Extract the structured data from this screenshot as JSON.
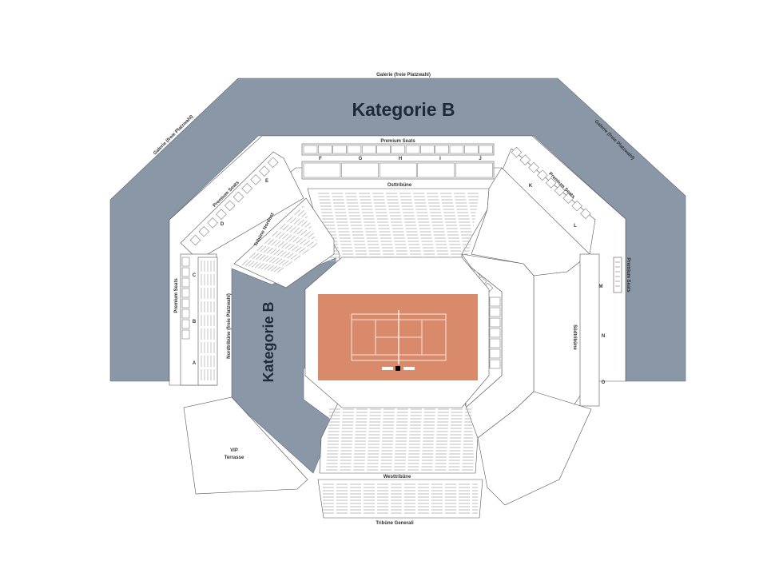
{
  "map": {
    "colors": {
      "category_b": "#8a97a6",
      "court_clay": "#d98a6b",
      "court_lines": "#ffffff",
      "section_fill": "#ffffff",
      "section_stroke": "#555555"
    },
    "labels": {
      "gallery_top": "Galerie (freie Platzwahl)",
      "gallery_left": "Galerie (freie Platzwahl)",
      "gallery_right": "Galerie (freie Platzwahl)",
      "category_top": "Kategorie B",
      "category_left": "Kategorie B",
      "premium_top": "Premium Seats",
      "premium_left_top": "Premium Seats",
      "premium_left": "Premium Seats",
      "premium_right_top": "Premium Seats",
      "premium_right": "Premium Seats",
      "osttribuene": "Osttribüne",
      "westtribuene": "Westtribüne",
      "suedtribuene": "Südtribüne",
      "nordtribuene": "Nordtribüne (freie Platzwahl)",
      "tribuene_nordost": "Tribüne Nordost",
      "tribuene_generali": "Tribüne Generali",
      "vip_line1": "VIP",
      "vip_line2": "Terrasse"
    },
    "blocks": {
      "f": "F",
      "g": "G",
      "h": "H",
      "i": "I",
      "j": "J",
      "e": "E",
      "d": "D",
      "c": "C",
      "b": "B",
      "a": "A",
      "k": "K",
      "l": "L",
      "m": "M",
      "n": "N",
      "o": "O"
    }
  }
}
